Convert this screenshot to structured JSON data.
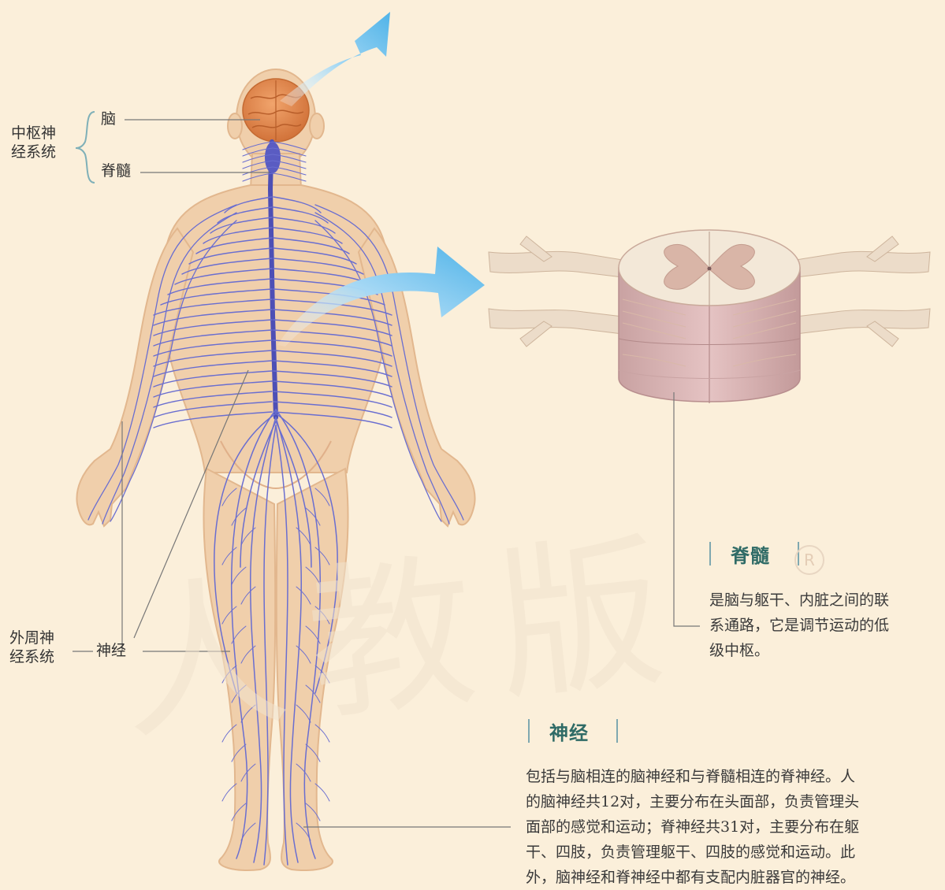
{
  "labels": {
    "cns_group": [
      "中枢神",
      "经系统"
    ],
    "brain": "脑",
    "spinal_cord": "脊髓",
    "pns_group": [
      "外周神",
      "经系统"
    ],
    "nerve": "神经"
  },
  "spinal_panel": {
    "title": "脊髓",
    "lines": [
      "是脑与躯干、内脏之间的联",
      "系通路，它是调节运动的低",
      "级中枢。"
    ]
  },
  "nerve_panel": {
    "title": "神经",
    "lines": [
      "包括与脑相连的脑神经和与脊髓相连的脊神经。人",
      "的脑神经共12对，主要分布在头面部，负责管理头",
      "面部的感觉和运动；脊神经共31对，主要分布在躯",
      "干、四肢，负责管理躯干、四肢的感觉和运动。此",
      "外，脑神经和脊神经中都有支配内脏器官的神经。"
    ]
  },
  "watermark": "人教版",
  "registered_mark": "R",
  "colors": {
    "background": "#fbefda",
    "skin": "#f2d3b0",
    "nerve": "#6a6ed0",
    "brain": "#e2884a",
    "arrow": "#7cc6ee",
    "heading": "#2f6b66"
  }
}
